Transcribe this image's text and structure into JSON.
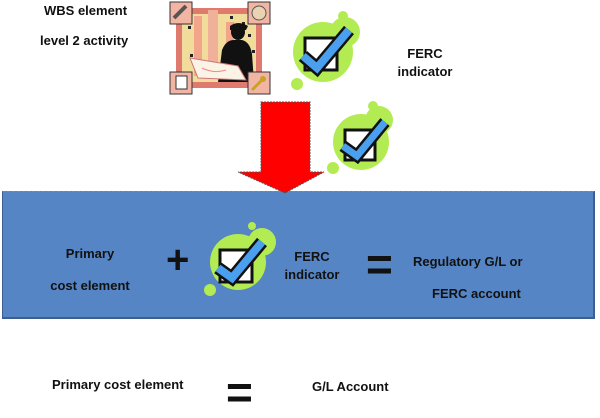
{
  "top": {
    "wbs_line1": "WBS element",
    "wbs_line2": "level 2 activity",
    "clipart": "businessman-blueprint-clipart",
    "ferc_line1": "FERC",
    "ferc_line2": "indicator",
    "check_icon": "checkbox-checked-icon"
  },
  "arrow": {
    "icon": "down-arrow-icon",
    "color": "#ff0000"
  },
  "band": {
    "color": "#5585c5",
    "left_line1": "Primary",
    "left_line2": "cost element",
    "plus": "+",
    "ferc_line1": "FERC",
    "ferc_line2": "indicator",
    "equals": "=",
    "result_line1": "Regulatory  G/L or",
    "result_line2": "FERC account"
  },
  "bottom": {
    "left": "Primary cost element",
    "equals": "=",
    "right": "G/L Account"
  },
  "colors": {
    "check_bubble": "#b3ec52",
    "check_mark": "#4aa0ee",
    "arrow": "#ff0000"
  }
}
